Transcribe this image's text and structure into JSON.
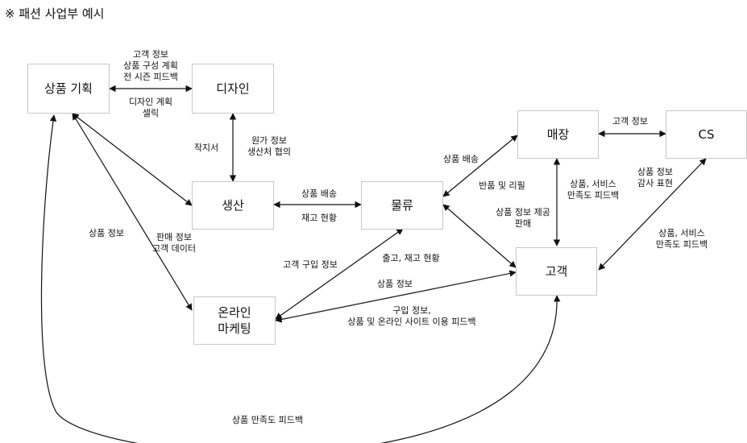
{
  "note": "※ 패션 사업부 예시",
  "nodes": {
    "planning": "상품 기획",
    "design": "디자인",
    "production": "생산",
    "logistics": "물류",
    "online_marketing": "온라인\n마케팅",
    "store": "매장",
    "cs": "CS",
    "customer": "고객"
  },
  "labels": {
    "planning_to_design": "고객 정보\n상품 구성 계획\n전 시즌 피드백",
    "design_to_planning": "디자인 계획\n셀릭",
    "design_production_left": "작지서",
    "design_production_right": "원가 정보\n생산처 협의",
    "planning_online_left": "상품 정보",
    "planning_online_right": "판매 정보\n고객 데이터",
    "production_logistics_top": "상품 배송",
    "production_logistics_bottom": "재고 현황",
    "online_logistics_left": "고객 구입 정보",
    "online_logistics_right": "출고, 재고 현황",
    "online_customer_top": "상품 정보",
    "online_customer_bottom": "구입 정보,\n상품 및 온라인 사이트 이용 피드백",
    "logistics_store_top": "상품 배송",
    "logistics_store_bottom": "반품 및 리필",
    "store_customer_left": "상품 정보 제공\n판매",
    "store_customer_right": "상품, 서비스\n만족도 피드백",
    "store_cs": "고객 정보",
    "cs_customer_top": "상품 정보\n감사 표현",
    "cs_customer_bottom": "상품, 서비스\n만족도 피드백",
    "customer_planning": "상품 만족도 피드백"
  }
}
